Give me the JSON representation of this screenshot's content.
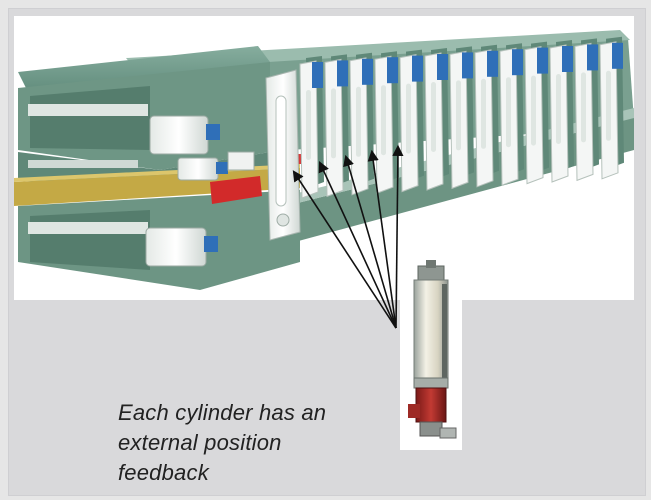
{
  "caption": {
    "lines": [
      "Each cylinder has an",
      "external position",
      "feedback"
    ]
  },
  "colors": {
    "frame": "#6f9a8a",
    "frame_dark": "#4f7767",
    "frame_light": "#8fb5a6",
    "clamp_white": "#f4f6f5",
    "cylinder_blue": "#2f6fb8",
    "strip_yellow": "#c9b24a",
    "accent_red": "#d22a2a",
    "arrow": "#1a1a1a",
    "panel_bg": "#ffffff",
    "slide_bg": "#d9d9db"
  },
  "illustration": {
    "main": "clamping-station-3d-render",
    "inset": "hydraulic-cylinder-with-position-sensor"
  }
}
